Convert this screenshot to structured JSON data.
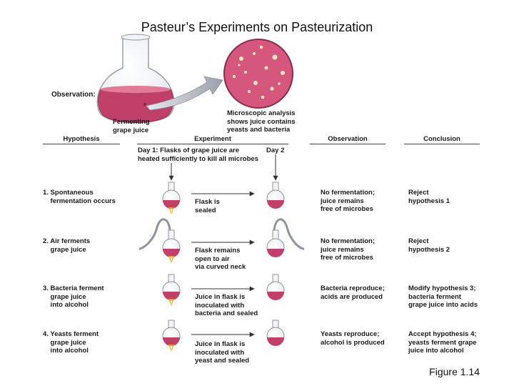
{
  "title": "Pasteur’s Experiments on Pasteurization",
  "observation_label": "Observation:",
  "flask_caption": [
    "Fermenting",
    "grape juice"
  ],
  "micro_caption": [
    "Microscopic analysis",
    "shows juice contains",
    "yeasts and bacteria"
  ],
  "headers": {
    "hypothesis": "Hypothesis",
    "experiment": "Experiment",
    "observation": "Observation",
    "conclusion": "Conclusion"
  },
  "day1": [
    "Day 1: Flasks of grape juice are",
    "heated sufficiently to kill all microbes"
  ],
  "day2": "Day 2",
  "rows": [
    {
      "hypothesis": [
        "1. Spontaneous",
        "    fermentation occurs"
      ],
      "treatment": [
        "Flask is",
        "sealed"
      ],
      "observation": [
        "No fermentation;",
        "juice remains",
        "free of microbes"
      ],
      "conclusion": [
        "Reject",
        "hypothesis 1"
      ]
    },
    {
      "hypothesis": [
        "2. Air ferments",
        "    grape juice"
      ],
      "treatment": [
        "Flask remains",
        "open to air",
        "via curved neck"
      ],
      "observation": [
        "No fermentation;",
        "juice remains",
        "free of microbes"
      ],
      "conclusion": [
        "Reject",
        "hypothesis 2"
      ]
    },
    {
      "hypothesis": [
        "3. Bacteria ferment",
        "    grape juice",
        "    into alcohol"
      ],
      "treatment": [
        "Juice in flask is",
        "inoculated with",
        "bacteria and sealed"
      ],
      "observation": [
        "Bacteria reproduce;",
        "acids are produced"
      ],
      "conclusion": [
        "Modify hypothesis 3;",
        "bacteria ferment",
        "grape juice into acids"
      ]
    },
    {
      "hypothesis": [
        "4. Yeasts ferment",
        "    grape juice",
        "    into alcohol"
      ],
      "treatment": [
        "Juice in flask is",
        "inoculated with",
        "yeast and sealed"
      ],
      "observation": [
        "Yeasts reproduce;",
        "alcohol is produced"
      ],
      "conclusion": [
        "Accept hypothesis 4;",
        "yeasts ferment grape",
        "juice into alcohol"
      ]
    }
  ],
  "figure_label": "Figure 1.14",
  "colors": {
    "juice": "#c0406a",
    "juice_light": "#e27a98",
    "micro_bg": "#d6577e",
    "flame": "#f0a030"
  }
}
